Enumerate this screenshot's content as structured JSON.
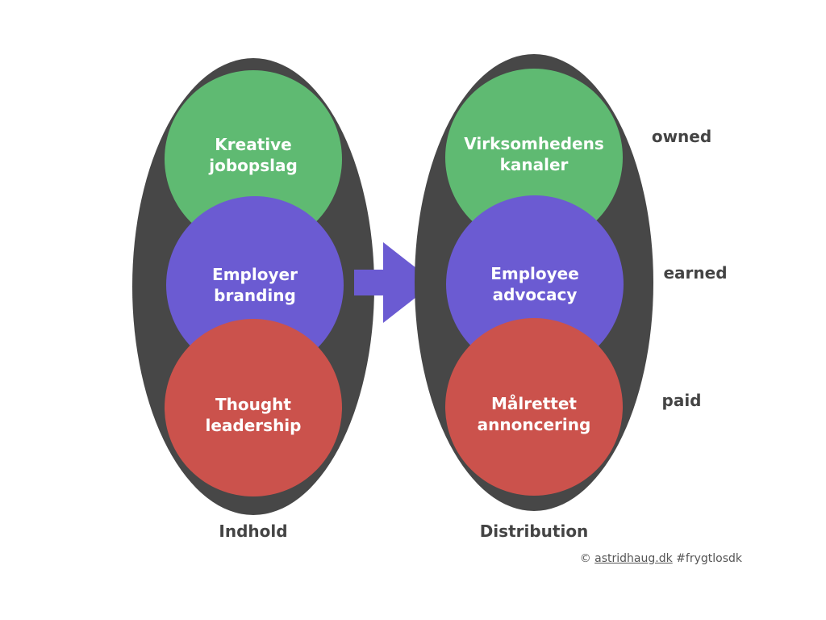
{
  "colors": {
    "ellipse": "#474747",
    "green": "#5fba72",
    "purple": "#6b5bd2",
    "red": "#cb524c",
    "arrow": "#6b5bd2",
    "label": "#444444",
    "circle_text": "#ffffff"
  },
  "left_group": {
    "label": "Indhold",
    "circles": [
      {
        "line1": "Kreative",
        "line2": "jobopslag"
      },
      {
        "line1": "Employer",
        "line2": "branding"
      },
      {
        "line1": "Thought",
        "line2": "leadership"
      }
    ]
  },
  "right_group": {
    "label": "Distribution",
    "circles": [
      {
        "line1": "Virksomhedens",
        "line2": "kanaler"
      },
      {
        "line1": "Employee",
        "line2": "advocacy"
      },
      {
        "line1": "Målrettet",
        "line2": "annoncering"
      }
    ]
  },
  "side_labels": [
    "owned",
    "earned",
    "paid"
  ],
  "footer": {
    "prefix": "© ",
    "link": "astridhaug.dk",
    "hashtag": " #frygtlosdk"
  }
}
